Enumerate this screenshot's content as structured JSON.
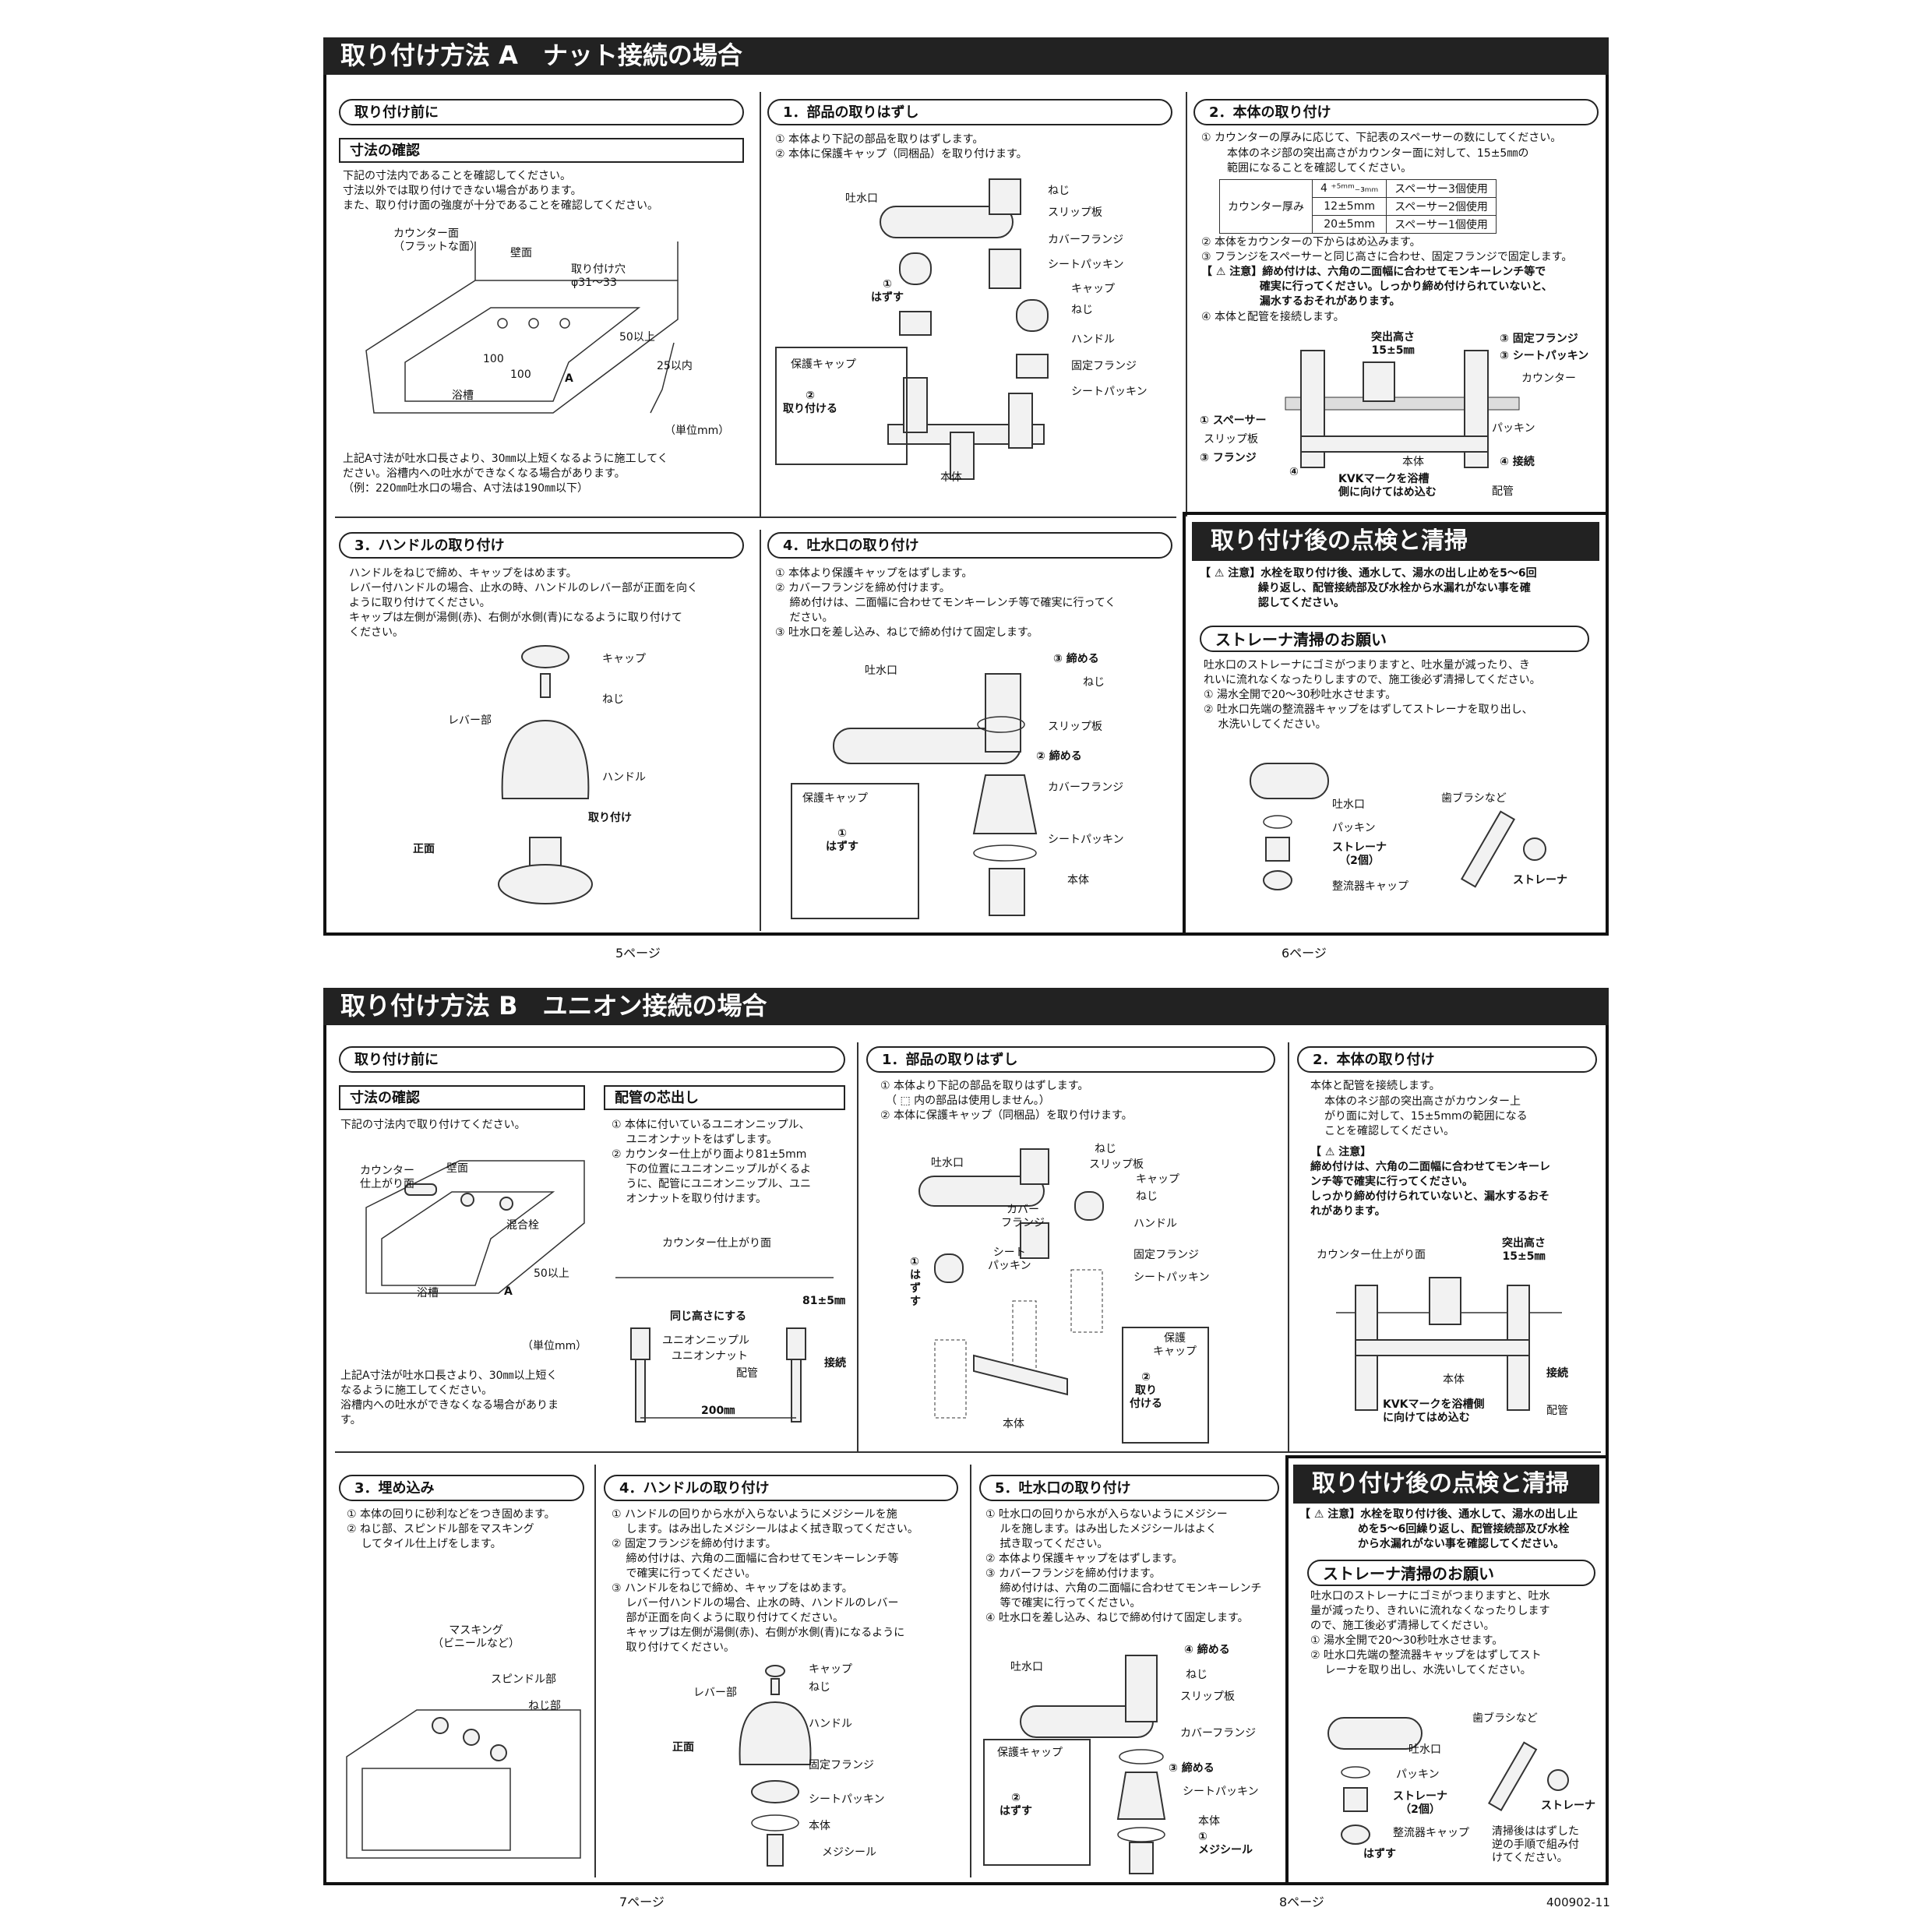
{
  "sheetA": {
    "title": "取り付け方法 A　ナット接続の場合",
    "before": {
      "pill": "取り付け前に",
      "box": "寸法の確認",
      "text": "下記の寸法内であることを確認してください。\n寸法以外では取り付けできない場合があります。\nまた、取り付け面の強度が十分であることを確認してください。",
      "labels": {
        "counter": "カウンター面\n（フラットな面）",
        "wall": "壁面",
        "hole": "取り付け穴\nφ31〜33",
        "tub": "浴槽",
        "d100a": "100",
        "d100b": "100",
        "a": "A",
        "d50": "50以上",
        "d25": "25以内",
        "unit": "（単位mm）"
      },
      "note": "上記A寸法が吐水口長さより、30㎜以上短くなるように施工してく\nださい。浴槽内への吐水ができなくなる場合があります。\n（例：220㎜吐水口の場合、A寸法は190㎜以下）"
    },
    "s1": {
      "pill": "1．部品の取りはずし",
      "text": "① 本体より下記の部品を取りはずします。\n② 本体に保護キャップ（同梱品）を取り付けます。",
      "labels": [
        "吐水口",
        "ねじ",
        "スリップ板",
        "カバーフランジ",
        "シートパッキン",
        "キャップ",
        "ねじ",
        "ハンドル",
        "固定フランジ",
        "シートパッキン",
        "本体"
      ],
      "remove": "①\nはずす",
      "cap": "保護キャップ",
      "attach": "②\n取り付ける"
    },
    "s2": {
      "pill": "2．本体の取り付け",
      "text1": "① カウンターの厚みに応じて、下記表のスペーサーの数にしてください。",
      "text1b": "本体のネジ部の突出高さがカウンター面に対して、15±5㎜の\n範囲になることを確認してください。",
      "table": {
        "head": "カウンター厚み",
        "rows": [
          [
            "4 ⁺⁵ᵐᵐ₋₃ₘₘ",
            "スペーサー3個使用"
          ],
          [
            "12±5mm",
            "スペーサー2個使用"
          ],
          [
            "20±5mm",
            "スペーサー1個使用"
          ]
        ]
      },
      "text2": "② 本体をカウンターの下からはめ込みます。\n③ フランジをスペーサーと同じ高さに合わせ、固定フランジで固定します。",
      "warn": "【 ⚠ 注意】締め付けは、六角の二面幅に合わせてモンキーレンチ等で\n　　　　　 確実に行ってください。しっかり締め付けられていないと、\n　　　　　 漏水するおそれがあります。",
      "text3": "④ 本体と配管を接続します。",
      "labels": {
        "protrude": "突出高さ\n15±5㎜",
        "fix": "③ 固定フランジ",
        "seat": "③ シートパッキン",
        "counter": "カウンター",
        "spacer": "① スペーサー",
        "slip": "スリップ板",
        "flange": "③ フランジ",
        "body": "本体",
        "packing": "パッキン",
        "kvk": "KVKマークを浴槽\n側に向けてはめ込む",
        "connect": "④ 接続",
        "pipe": "配管",
        "n4": "④"
      }
    },
    "s3": {
      "pill": "3．ハンドルの取り付け",
      "text": "ハンドルをねじで締め、キャップをはめます。\nレバー付ハンドルの場合、止水の時、ハンドルのレバー部が正面を向く\nように取り付けてください。\nキャップは左側が湯側(赤)、右側が水側(青)になるように取り付けて\nください。",
      "labels": {
        "cap": "キャップ",
        "screw": "ねじ",
        "lever": "レバー部",
        "handle": "ハンドル",
        "attach": "取り付け",
        "front": "正面"
      }
    },
    "s4": {
      "pill": "4．吐水口の取り付け",
      "text": "① 本体より保護キャップをはずします。\n② カバーフランジを締め付けます。\n　 締め付けは、二面幅に合わせてモンキーレンチ等で確実に行ってく\n　 ださい。\n③ 吐水口を差し込み、ねじで締め付けて固定します。",
      "labels": {
        "spout": "吐水口",
        "tighten3": "③ 締める",
        "screw": "ねじ",
        "slip": "スリップ板",
        "tighten2": "② 締める",
        "cover": "カバーフランジ",
        "cap": "保護キャップ",
        "remove": "①\nはずす",
        "seat": "シートパッキン",
        "body": "本体"
      }
    },
    "after": {
      "title": "取り付け後の点検と清掃",
      "warn": "【 ⚠ 注意】水栓を取り付け後、通水して、湯水の出し止めを5〜6回\n　　　　　 繰り返し、配管接続部及び水栓から水漏れがない事を確\n　　　　　 認してください。",
      "pill": "ストレーナ清掃のお願い",
      "text": "吐水口のストレーナにゴミがつまりますと、吐水量が減ったり、き\nれいに流れなくなったりしますので、施工後必ず清掃してください。\n① 湯水全開で20〜30秒吐水させます。\n② 吐水口先端の整流器キャップをはずしてストレーナを取り出し、\n　 水洗いしてください。",
      "labels": {
        "spout": "吐水口",
        "packing": "パッキン",
        "strainer": "ストレーナ\n（2個）",
        "cap": "整流器キャップ",
        "brush": "歯ブラシなど",
        "strainer2": "ストレーナ"
      }
    },
    "page5": "5ページ",
    "page6": "6ページ"
  },
  "sheetB": {
    "title": "取り付け方法 B　ユニオン接続の場合",
    "before": {
      "pill": "取り付け前に",
      "box1": "寸法の確認",
      "box2": "配管の芯出し",
      "text1": "下記の寸法内で取り付けてください。",
      "labels": {
        "counter": "カウンター\n仕上がり面",
        "wall": "壁面",
        "mixer": "混合栓",
        "tub": "浴槽",
        "a": "A",
        "d50": "50以上",
        "unit": "（単位mm）"
      },
      "note": "上記A寸法が吐水口長さより、30㎜以上短く\nなるように施工してください。\n浴槽内への吐水ができなくなる場合がありま\nす。",
      "text2": "① 本体に付いているユニオンニップル、\n　 ユニオンナットをはずします。\n② カウンター仕上がり面より81±5mm\n　 下の位置にユニオンニップルがくるよ\n　 うに、配管にユニオンニップル、ユニ\n　 オンナットを取り付けます。",
      "labels2": {
        "counter": "カウンター仕上がり面",
        "same": "同じ高さにする",
        "d81": "81±5㎜",
        "nipple": "ユニオンニップル",
        "nut": "ユニオンナット",
        "pipe": "配管",
        "connect": "接続",
        "d200": "200㎜"
      }
    },
    "s1": {
      "pill": "1．部品の取りはずし",
      "text": "① 本体より下記の部品を取りはずします。\n　（ ⬚ 内の部品は使用しません。）\n② 本体に保護キャップ（同梱品）を取り付けます。",
      "labels": [
        "吐水口",
        "ねじ",
        "スリップ板",
        "キャップ",
        "ねじ",
        "カバー\nフランジ",
        "ハンドル",
        "シート\nパッキン",
        "固定フランジ",
        "シートパッキン",
        "本体"
      ],
      "remove": "①\nはずす",
      "cap": "保護\nキャップ",
      "attach": "②\n取り\n付ける"
    },
    "s2": {
      "pill": "2．本体の取り付け",
      "text": "本体と配管を接続します。",
      "text1b": "本体のネジ部の突出高さがカウンター上\nがり面に対して、15±5mmの範囲になる\nことを確認してください。",
      "warn": "【 ⚠ 注意】\n締め付けは、六角の二面幅に合わせてモンキーレ\nンチ等で確実に行ってください。\nしっかり締め付けられていないと、漏水するおそ\nれがあります。",
      "labels": {
        "counter": "カウンター仕上がり面",
        "protrude": "突出高さ\n15±5㎜",
        "body": "本体",
        "connect": "接続",
        "kvk": "KVKマークを浴槽側\nに向けてはめ込む",
        "pipe": "配管"
      }
    },
    "s3": {
      "pill": "3．埋め込み",
      "text": "① 本体の回りに砂利などをつき固めます。\n② ねじ部、スピンドル部をマスキング\n　 してタイル仕上げをします。",
      "labels": {
        "mask": "マスキング\n（ビニールなど）",
        "spindle": "スピンドル部",
        "screw": "ねじ部"
      }
    },
    "s4": {
      "pill": "4．ハンドルの取り付け",
      "text": "① ハンドルの回りから水が入らないようにメジシールを施\n　 します。はみ出したメジシールはよく拭き取ってください。\n② 固定フランジを締め付けます。\n　 締め付けは、六角の二面幅に合わせてモンキーレンチ等\n　 で確実に行ってください。\n③ ハンドルをねじで締め、キャップをはめます。\n　 レバー付ハンドルの場合、止水の時、ハンドルのレバー\n　 部が正面を向くように取り付けてください。\n　 キャップは左側が湯側(赤)、右側が水側(青)になるように\n　 取り付けてください。",
      "labels": {
        "cap": "キャップ",
        "screw": "ねじ",
        "lever": "レバー部",
        "handle": "ハンドル",
        "front": "正面",
        "fix": "固定フランジ",
        "seat": "シートパッキン",
        "body": "本体",
        "seal": "メジシール"
      }
    },
    "s5": {
      "pill": "5．吐水口の取り付け",
      "text": "① 吐水口の回りから水が入らないようにメジシー\n　 ルを施します。はみ出したメジシールはよく\n　 拭き取ってください。\n② 本体より保護キャップをはずします。\n③ カバーフランジを締め付けます。\n　 締め付けは、六角の二面幅に合わせてモンキーレンチ\n　 等で確実に行ってください。\n④ 吐水口を差し込み、ねじで締め付けて固定します。",
      "labels": {
        "tighten4": "④ 締める",
        "spout": "吐水口",
        "screw": "ねじ",
        "slip": "スリップ板",
        "cover": "カバーフランジ",
        "cap": "保護キャップ",
        "tighten3": "③ 締める",
        "remove": "②\nはずす",
        "seat": "シートパッキン",
        "body": "本体",
        "seal": "①\nメジシール"
      }
    },
    "after": {
      "title": "取り付け後の点検と清掃",
      "warn": "【 ⚠ 注意】水栓を取り付け後、通水して、湯水の出し止\n　　　　　 めを5〜6回繰り返し、配管接続部及び水栓\n　　　　　 から水漏れがない事を確認してください。",
      "pill": "ストレーナ清掃のお願い",
      "text": "吐水口のストレーナにゴミがつまりますと、吐水\n量が減ったり、きれいに流れなくなったりします\nので、施工後必ず清掃してください。\n① 湯水全開で20〜30秒吐水させます。\n② 吐水口先端の整流器キャップをはずしてスト\n　 レーナを取り出し、水洗いしてください。",
      "labels": {
        "brush": "歯ブラシなど",
        "spout": "吐水口",
        "packing": "パッキン",
        "strainer": "ストレーナ\n（2個）",
        "strainer2": "ストレーナ",
        "cap": "整流器キャップ",
        "remove": "はずす",
        "after": "清掃後ははずした\n逆の手順で組み付\nけてください。"
      }
    },
    "page7": "7ページ",
    "page8": "8ページ",
    "code": "400902-11"
  }
}
